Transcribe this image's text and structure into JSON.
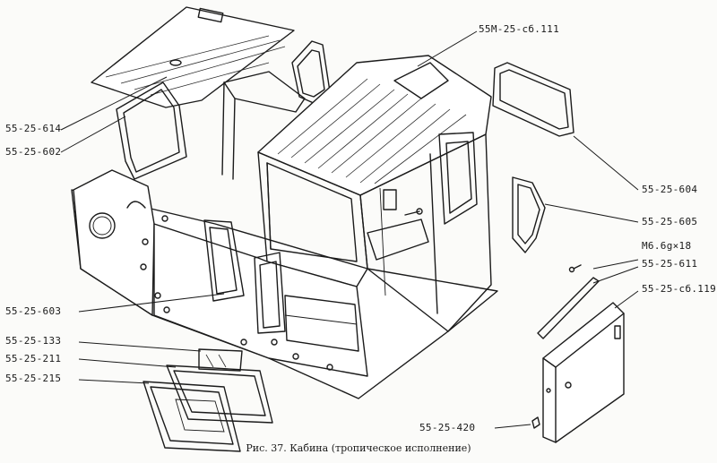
{
  "caption": "Рис. 37. Кабина (тропическое исполнение)",
  "labels": {
    "l614": "55-25-614",
    "l602": "55-25-602",
    "l603": "55-25-603",
    "l133": "55-25-133",
    "l211": "55-25-211",
    "l215": "55-25-215",
    "lsb111": "55М-25-сб.111",
    "l604": "55-25-604",
    "l605": "55-25-605",
    "lm6": "М6.6g×18",
    "l611": "55-25-611",
    "lsb119": "55-25-сб.119",
    "l420": "55-25-420"
  }
}
